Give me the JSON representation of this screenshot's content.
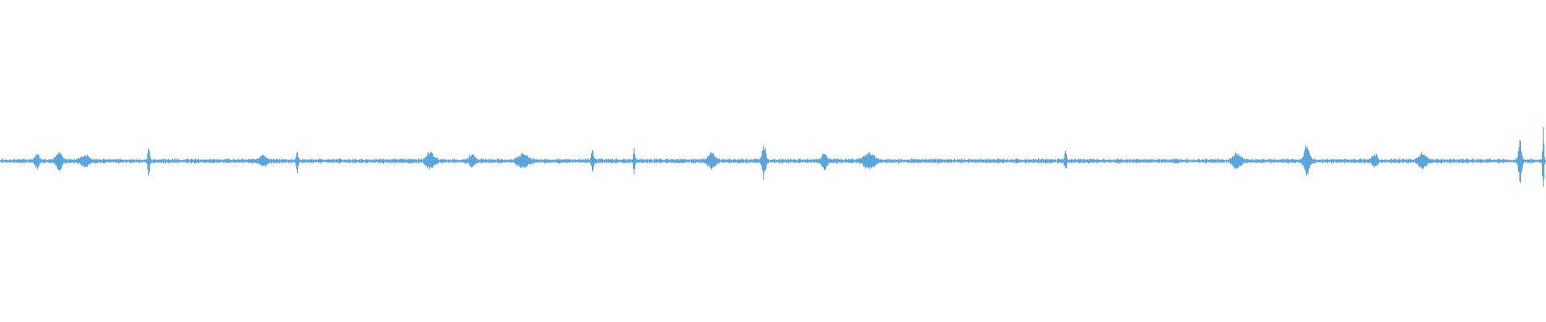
{
  "waveform": {
    "color": "#5aa6dc",
    "background": "#ffffff",
    "baseline_level": 0.012,
    "bursts": [
      {
        "at": 0.024,
        "amp": 0.045,
        "spread": 0.0015
      },
      {
        "at": 0.038,
        "amp": 0.05,
        "spread": 0.0025
      },
      {
        "at": 0.055,
        "amp": 0.035,
        "spread": 0.003
      },
      {
        "at": 0.096,
        "amp": 0.1,
        "spread": 0.0008
      },
      {
        "at": 0.17,
        "amp": 0.03,
        "spread": 0.003
      },
      {
        "at": 0.192,
        "amp": 0.065,
        "spread": 0.0008
      },
      {
        "at": 0.278,
        "amp": 0.05,
        "spread": 0.003
      },
      {
        "at": 0.305,
        "amp": 0.04,
        "spread": 0.002
      },
      {
        "at": 0.338,
        "amp": 0.04,
        "spread": 0.004
      },
      {
        "at": 0.383,
        "amp": 0.07,
        "spread": 0.0008
      },
      {
        "at": 0.41,
        "amp": 0.07,
        "spread": 0.0008
      },
      {
        "at": 0.46,
        "amp": 0.04,
        "spread": 0.003
      },
      {
        "at": 0.494,
        "amp": 0.11,
        "spread": 0.0015
      },
      {
        "at": 0.533,
        "amp": 0.055,
        "spread": 0.002
      },
      {
        "at": 0.562,
        "amp": 0.05,
        "spread": 0.004
      },
      {
        "at": 0.689,
        "amp": 0.06,
        "spread": 0.0008
      },
      {
        "at": 0.8,
        "amp": 0.05,
        "spread": 0.003
      },
      {
        "at": 0.845,
        "amp": 0.1,
        "spread": 0.002
      },
      {
        "at": 0.889,
        "amp": 0.04,
        "spread": 0.002
      },
      {
        "at": 0.92,
        "amp": 0.045,
        "spread": 0.003
      },
      {
        "at": 0.983,
        "amp": 0.15,
        "spread": 0.0012
      },
      {
        "at": 0.998,
        "amp": 0.22,
        "spread": 0.0006
      }
    ]
  }
}
